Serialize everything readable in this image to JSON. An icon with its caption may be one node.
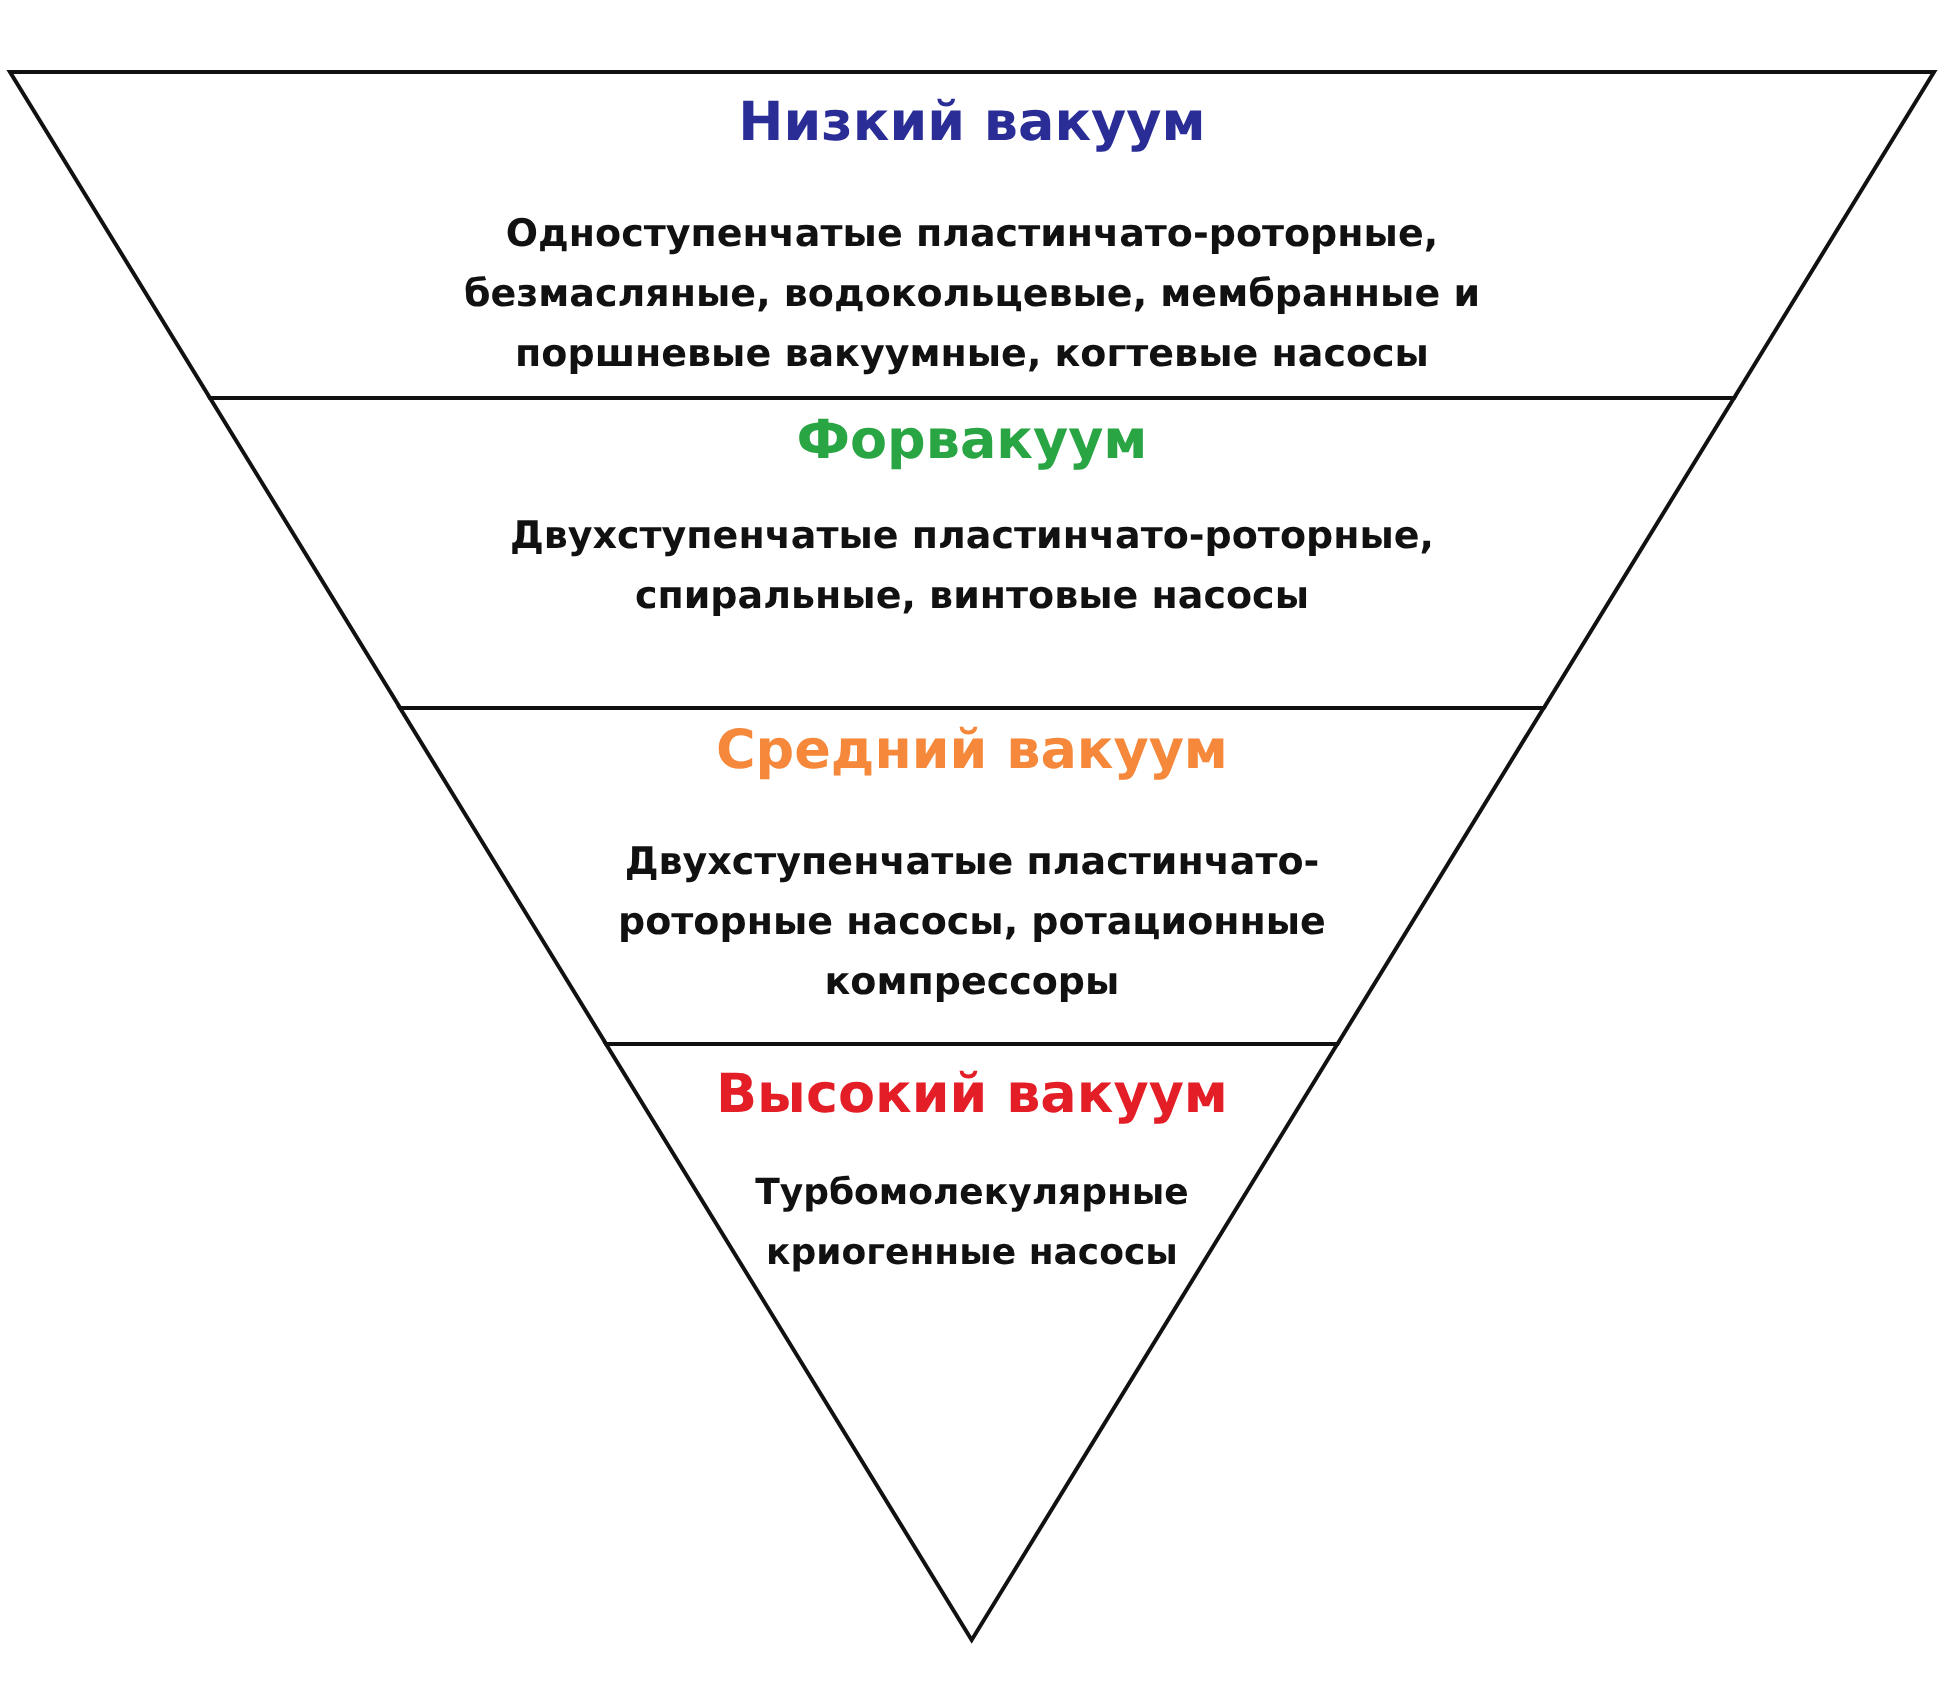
{
  "diagram": {
    "nodes": [
      {
        "text": [
          "Низкий вакуум",
          "Одноступенчатые пластинчато-роторные, безмасляные, водокольцевые, мембранные и поршневые вакуумные, когтевые насосы"
        ]
      },
      {
        "text": [
          "Форвакуум",
          "Двухступенчатые пластинчато-роторные, спиральные, винтовые насосы"
        ]
      },
      {
        "text": [
          "Средний вакуум",
          "Двухступенчатые пластинчато-роторные насосы, ротационные компрессоры"
        ]
      },
      {
        "text": [
          "Высокий вакуум",
          "Турбомолекулярные криогенные насосы"
        ]
      }
    ]
  }
}
